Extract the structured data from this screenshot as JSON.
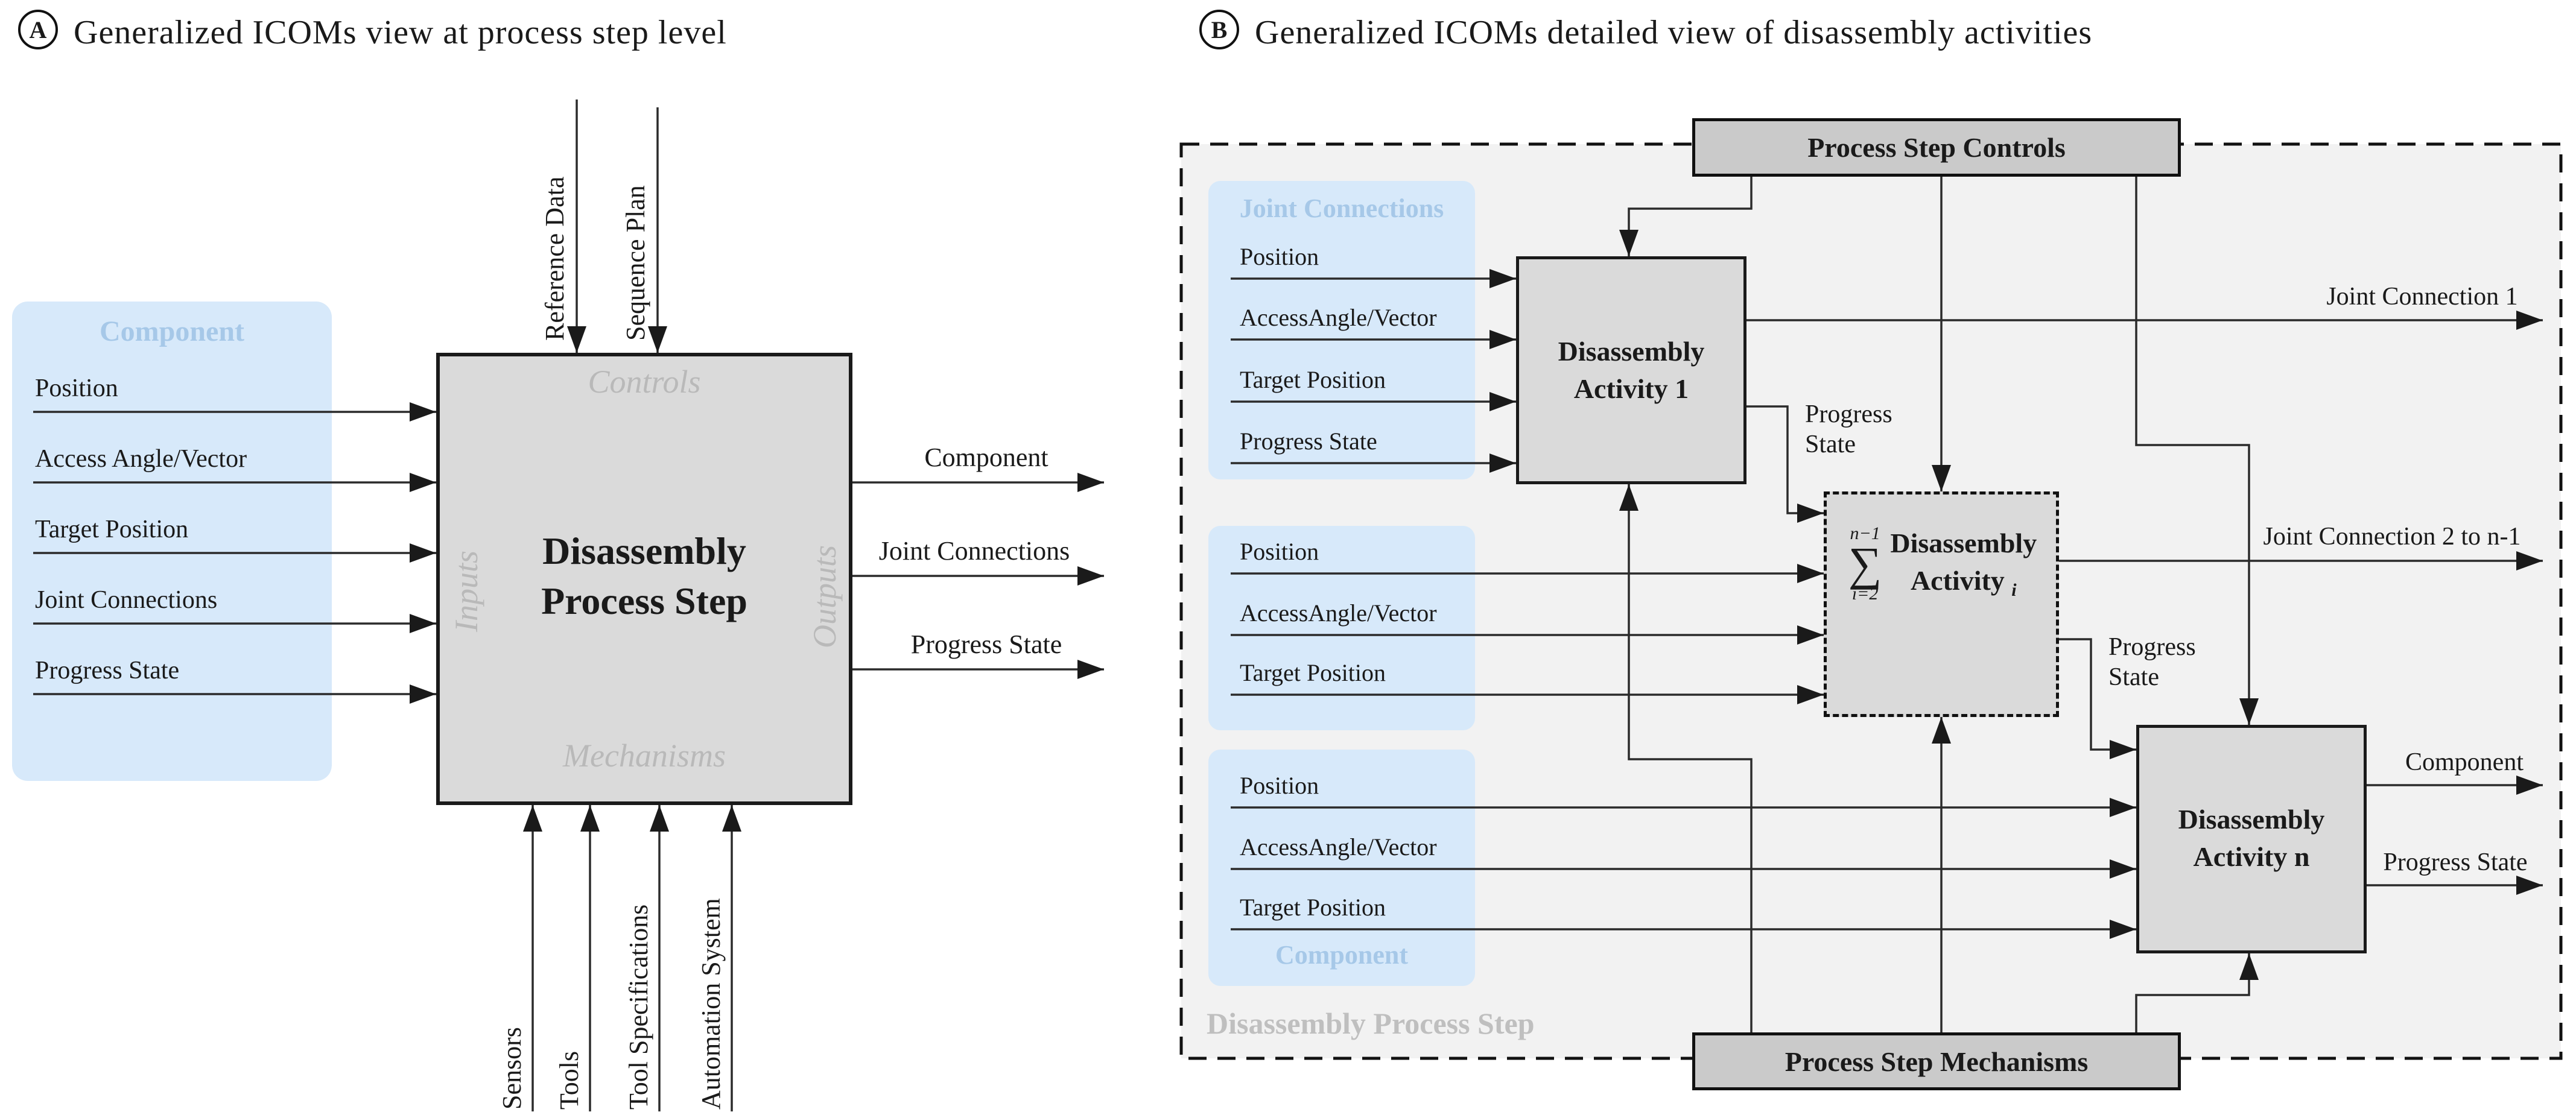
{
  "colors": {
    "blue_fill": "#d7e9fa",
    "blue_header_text": "#a6c8e8",
    "process_box_gray": "#dadada",
    "header_box_gray": "#cacaca",
    "container_gray": "#f2f2f2",
    "icom_label_gray": "#b9b9b9",
    "line_color": "#2b2b2b"
  },
  "panel_a": {
    "badge": "A",
    "title": "Generalized ICOMs view at process step level",
    "input_group": {
      "title": "Component",
      "items": [
        "Position",
        "Access Angle/Vector",
        "Target Position",
        "Joint Connections",
        "Progress State"
      ]
    },
    "controls": [
      "Reference Data",
      "Sequence Plan"
    ],
    "mechanisms": [
      "Sensors",
      "Tools",
      "Tool Specifications",
      "Automation System"
    ],
    "outputs": [
      "Component",
      "Joint Connections",
      "Progress State"
    ],
    "box": {
      "title_line1": "Disassembly",
      "title_line2": "Process Step",
      "top": "Controls",
      "left": "Inputs",
      "right": "Outputs",
      "bottom": "Mechanisms"
    }
  },
  "panel_b": {
    "badge": "B",
    "title": "Generalized ICOMs detailed view of disassembly activities",
    "container_label": "Disassembly Process Step",
    "controls_header": "Process Step Controls",
    "mechanisms_header": "Process Step Mechanisms",
    "group1": {
      "title": "Joint Connections",
      "items": [
        "Position",
        "AccessAngle/Vector",
        "Target Position",
        "Progress State"
      ]
    },
    "group2": {
      "items": [
        "Position",
        "AccessAngle/Vector",
        "Target Position"
      ]
    },
    "group3": {
      "items": [
        "Position",
        "AccessAngle/Vector",
        "Target Position"
      ],
      "footer": "Component"
    },
    "activity1": {
      "title_line1": "Disassembly",
      "title_line2": "Activity 1"
    },
    "activity_i": {
      "sum_upper": "n−1",
      "sum_symbol": "∑",
      "sum_lower": "i=2",
      "title_line1": "Disassembly",
      "title_line2": "Activity",
      "subscript": "i"
    },
    "activity_n": {
      "title_line1": "Disassembly",
      "title_line2": "Activity n"
    },
    "labels": {
      "jc1": "Joint Connection 1",
      "jc2": "Joint Connection 2 to n-1",
      "ps_a1": "Progress State",
      "ps_ai": "Progress State",
      "component_out": "Component",
      "progress_state_out": "Progress State"
    }
  }
}
